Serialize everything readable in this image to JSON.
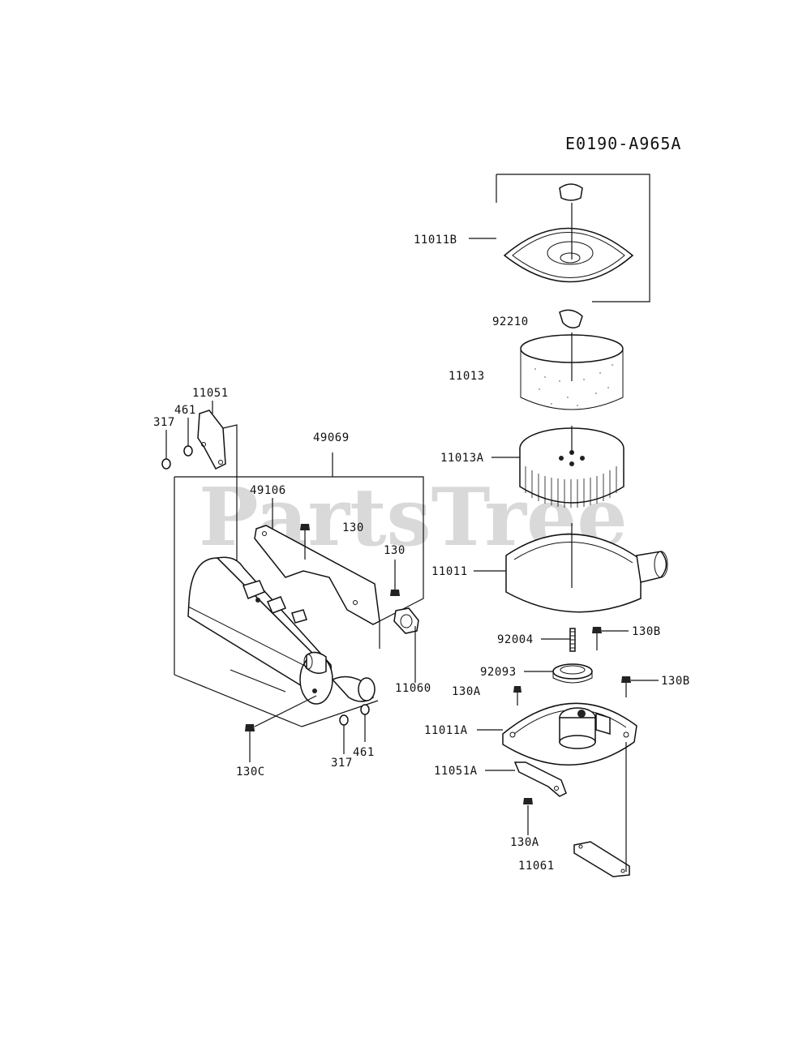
{
  "diagram": {
    "code": "E0190-A965A",
    "watermark": "PartsTree",
    "labels": {
      "l11011B": "11011B",
      "l92210": "92210",
      "l11013": "11013",
      "l11013A": "11013A",
      "l11011": "11011",
      "l92004": "92004",
      "l130B_1": "130B",
      "l92093": "92093",
      "l130B_2": "130B",
      "l130A_1": "130A",
      "l11011A": "11011A",
      "l11051A": "11051A",
      "l130A_2": "130A",
      "l11061": "11061",
      "l11051": "11051",
      "l461_1": "461",
      "l317_1": "317",
      "l49069": "49069",
      "l49106": "49106",
      "l130_1": "130",
      "l130_2": "130",
      "l11060": "11060",
      "l317_2": "317",
      "l461_2": "461",
      "l130C": "130C"
    }
  }
}
